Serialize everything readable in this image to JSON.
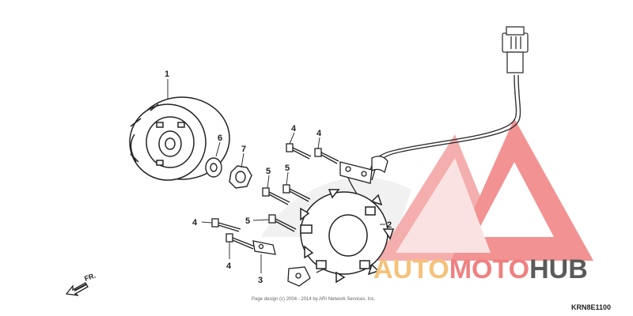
{
  "labels": {
    "flywheel": "1",
    "stator": "2",
    "pulse_generator": "3",
    "bolt_a_1": "4",
    "bolt_a_2": "4",
    "bolt_a_3": "4",
    "bolt_a_4": "4",
    "bolt_b_1": "5",
    "bolt_b_2": "5",
    "bolt_b_3": "5",
    "washer": "6",
    "nut": "7"
  },
  "direction": "FR.",
  "copyright": "Page design (c) 2004 - 2014 by ARI Network Services, Inc.",
  "diagram_code": "KRN8E1100",
  "watermark": {
    "part1": "AUTO",
    "part2": "MOTO",
    "part3": "HUB",
    "color_orange": "#f5c27a",
    "color_red": "#f08080",
    "color_gray": "#5a5a5a"
  }
}
